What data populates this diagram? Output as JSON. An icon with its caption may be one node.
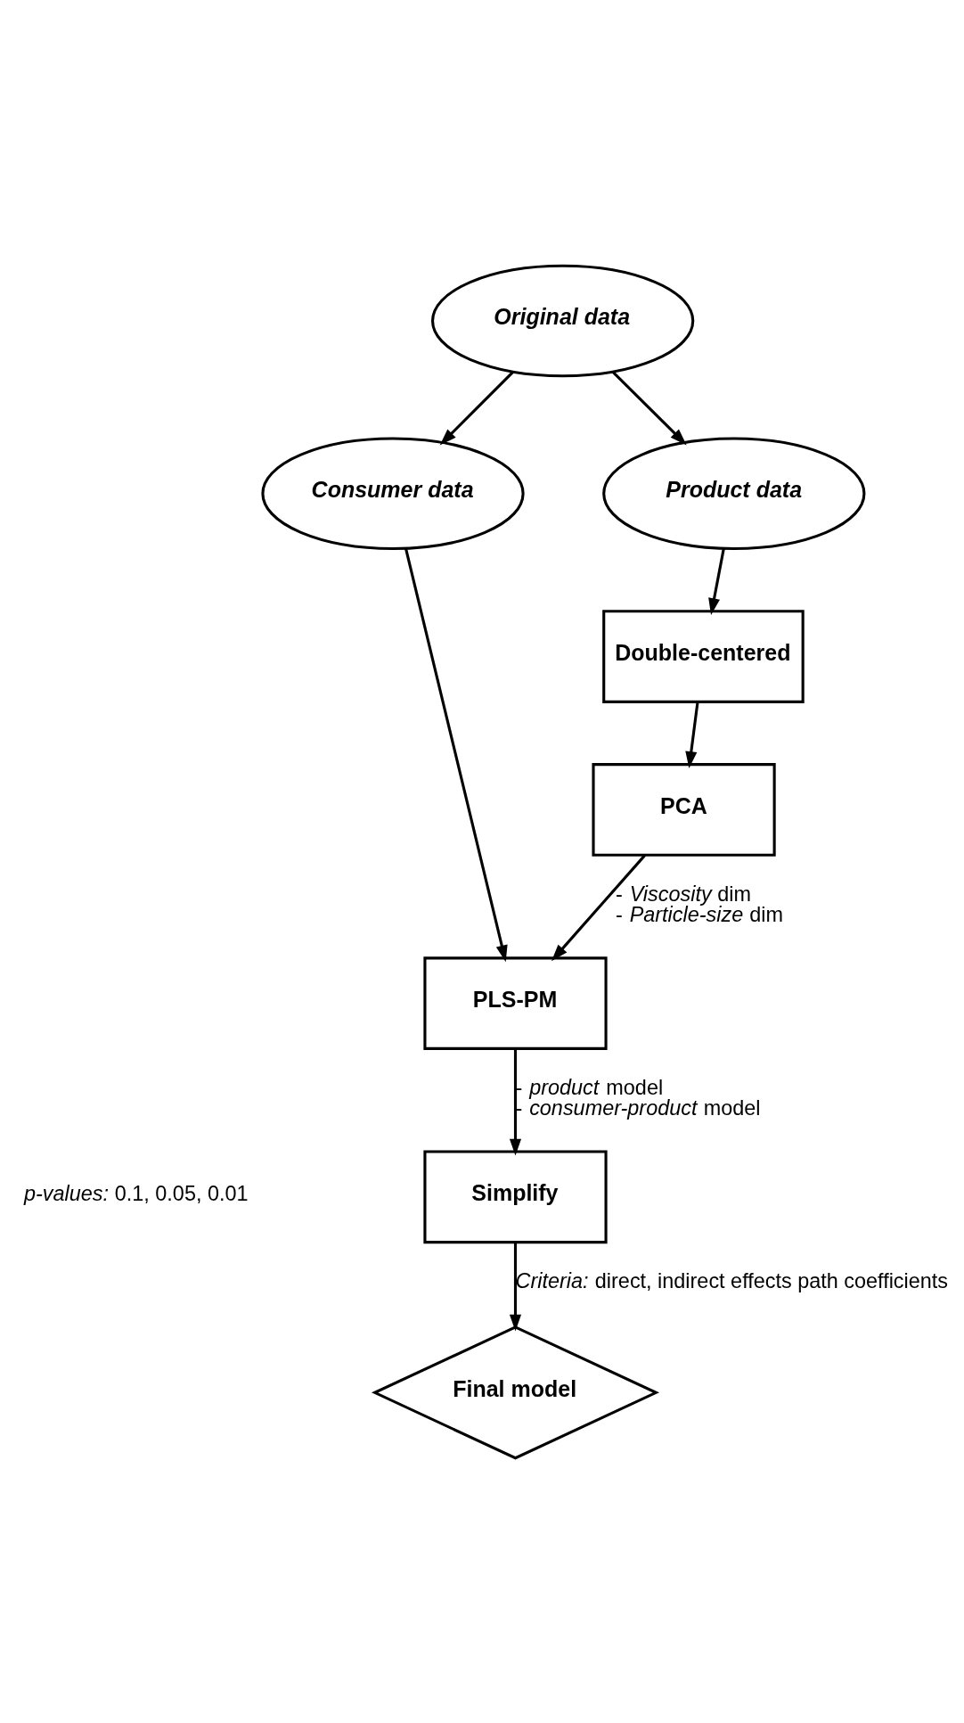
{
  "diagram": {
    "nodes": [
      {
        "text": [
          "Original data"
        ]
      },
      {
        "text": [
          "Consumer data"
        ]
      },
      {
        "text": [
          "Product data"
        ]
      },
      {
        "text": [
          "Double-centered"
        ]
      },
      {
        "text": [
          "PCA"
        ]
      },
      {
        "text": [
          "PLS-PM"
        ]
      },
      {
        "text": [
          "Simplify"
        ]
      },
      {
        "text": [
          "Final model"
        ]
      }
    ],
    "edges": [
      {
        "from": 0,
        "to": 1,
        "arrow": "to"
      },
      {
        "from": 0,
        "to": 2,
        "arrow": "to"
      },
      {
        "from": 2,
        "to": 3,
        "arrow": "to"
      },
      {
        "from": 3,
        "to": 4,
        "arrow": "to"
      },
      {
        "from": 1,
        "to": 5,
        "arrow": "to"
      },
      {
        "from": 4,
        "to": 5,
        "arrow": "to",
        "label": "- *Viscosity* dim - *Particle-size* dim"
      },
      {
        "from": 5,
        "to": 6,
        "arrow": "to",
        "label": "- *product* model - *consumer-product* model"
      },
      {
        "from": 6,
        "to": 7,
        "arrow": "to",
        "label": "*Criteria:* direct, indirect effects path coefficients"
      }
    ],
    "labels": [
      "*p-values:* 0.1, 0.05, 0.01"
    ]
  }
}
